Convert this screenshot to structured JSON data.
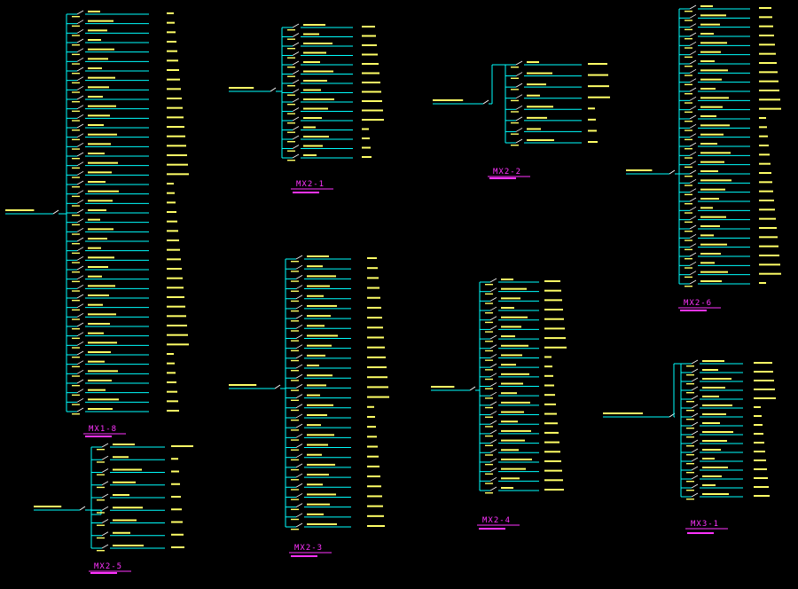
{
  "colors": {
    "background": "#000000",
    "bus_line": "#00ffff",
    "branch_text": "#ffff66",
    "panel_label": "#ff33ff",
    "switch_mark": "#ffffff"
  },
  "panels": [
    {
      "id": "MX1-8",
      "title": "MX1-8",
      "subtitle": "",
      "branches": 43
    },
    {
      "id": "MX2-1",
      "title": "MX2-1",
      "subtitle": "",
      "branches": 15
    },
    {
      "id": "MX2-2",
      "title": "MX2-2",
      "subtitle": "",
      "branches": 8
    },
    {
      "id": "MX2-3",
      "title": "MX2-3",
      "subtitle": "",
      "branches": 28
    },
    {
      "id": "MX2-4",
      "title": "MX2-4",
      "subtitle": "",
      "branches": 23
    },
    {
      "id": "MX2-5",
      "title": "MX2-5",
      "subtitle": "",
      "branches": 9
    },
    {
      "id": "MX2-6",
      "title": "MX2-6",
      "subtitle": "",
      "branches": 31
    },
    {
      "id": "MX3-1",
      "title": "MX3-1",
      "subtitle": "",
      "branches": 16
    }
  ]
}
